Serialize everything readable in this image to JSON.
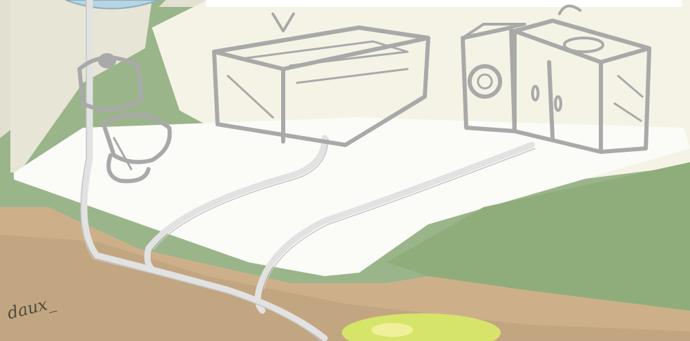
{
  "illustration": {
    "fixtures": [
      {
        "name": "toilet",
        "icon": "toilet-icon"
      },
      {
        "name": "bathtub",
        "icon": "bathtub-icon"
      },
      {
        "name": "washing-machine",
        "icon": "washing-machine-icon"
      },
      {
        "name": "sink-cabinet",
        "icon": "sink-cabinet-icon"
      }
    ],
    "signature": "daux_",
    "colors": {
      "wall_left": "#e7e5d6",
      "wall_back": "#f4f3e5",
      "floor": "#fbfbf8",
      "ground": "#cdb08a",
      "grass": "#8fad7a",
      "sketch": "#a9a9a9",
      "pipe": "#e2e2e2",
      "tank": "#d6e46a",
      "bubble": "#b7d4e2"
    }
  }
}
